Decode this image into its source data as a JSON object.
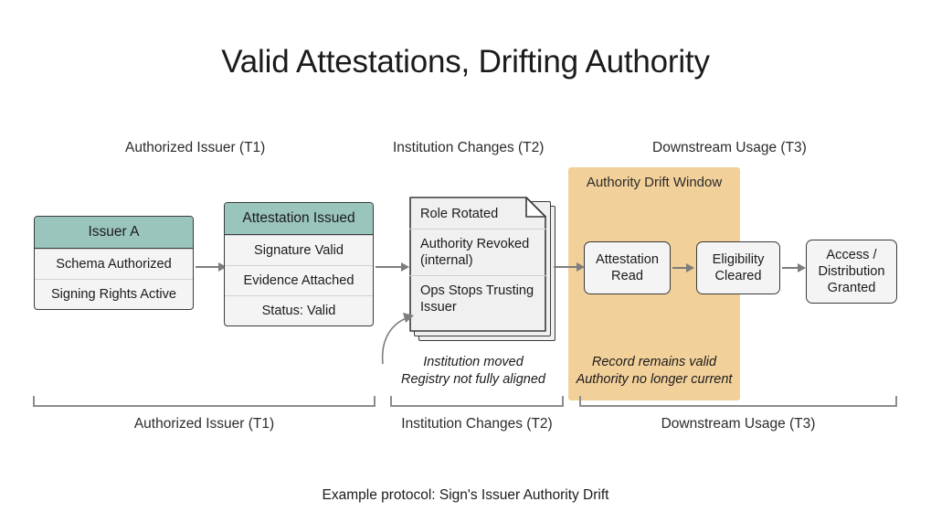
{
  "title": "Valid Attestations, Drifting Authority",
  "colors": {
    "teal_header": "#9ac5bd",
    "drift_band": "#f2d09a",
    "box_fill": "#f4f4f4",
    "border": "#3a3a3a",
    "arrow": "#7d7d7d"
  },
  "phases_top": [
    {
      "label": "Authorized Issuer (T1)"
    },
    {
      "label": "Institution Changes (T2)"
    },
    {
      "label": "Downstream Usage (T3)"
    }
  ],
  "phases_bottom": [
    {
      "label": "Authorized Issuer (T1)"
    },
    {
      "label": "Institution Changes (T2)"
    },
    {
      "label": "Downstream Usage (T3)"
    }
  ],
  "issuer_card": {
    "header": "Issuer A",
    "rows": [
      "Schema Authorized",
      "Signing Rights Active"
    ]
  },
  "attestation_card": {
    "header": "Attestation Issued",
    "rows": [
      "Signature Valid",
      "Evidence Attached",
      "Status: Valid"
    ]
  },
  "institution_doc": {
    "lines": [
      "Role Rotated",
      "Authority Revoked (internal)",
      "Ops Stops Trusting Issuer"
    ]
  },
  "side_note": {
    "line1": "Institution moved",
    "line2": "Registry not fully aligned"
  },
  "drift_window": {
    "title": "Authority Drift Window",
    "note_line1": "Record remains valid",
    "note_line2": "Authority no longer current"
  },
  "downstream_boxes": [
    {
      "label": "Attestation Read"
    },
    {
      "label": "Eligibility Cleared"
    },
    {
      "label": "Access / Distribution Granted"
    }
  ],
  "footer": "Example protocol: Sign's Issuer Authority Drift"
}
